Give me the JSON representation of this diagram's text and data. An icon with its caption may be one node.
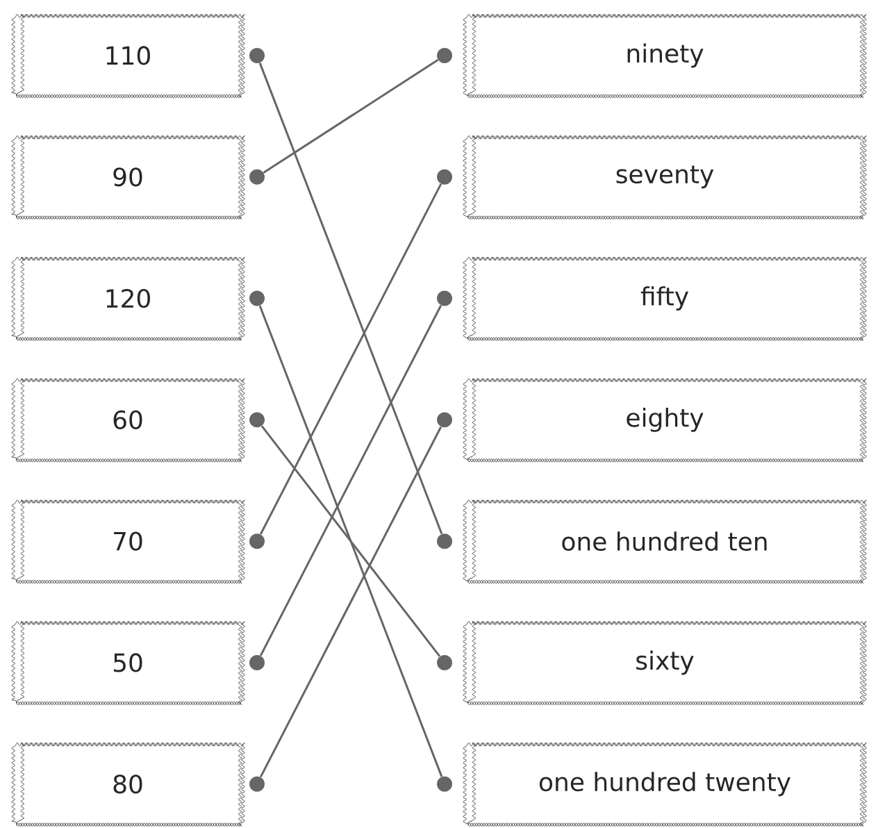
{
  "diagram": {
    "nodes": [
      {
        "text": [
          "110"
        ]
      },
      {
        "text": [],
        "shape": "circle"
      },
      {
        "text": [],
        "shape": "circle"
      },
      {
        "text": [
          "ninety"
        ]
      },
      {
        "text": [
          "90"
        ]
      },
      {
        "text": [],
        "shape": "circle"
      },
      {
        "text": [],
        "shape": "circle"
      },
      {
        "text": [
          "seventy"
        ]
      },
      {
        "text": [
          "120"
        ]
      },
      {
        "text": [],
        "shape": "circle"
      },
      {
        "text": [],
        "shape": "circle"
      },
      {
        "text": [
          "fifty"
        ]
      },
      {
        "text": [
          "60"
        ]
      },
      {
        "text": [],
        "shape": "circle"
      },
      {
        "text": [],
        "shape": "circle"
      },
      {
        "text": [
          "eighty"
        ]
      },
      {
        "text": [
          "70"
        ]
      },
      {
        "text": [],
        "shape": "circle"
      },
      {
        "text": [],
        "shape": "circle"
      },
      {
        "text": [
          "one hundred ten"
        ]
      },
      {
        "text": [
          "50"
        ]
      },
      {
        "text": [],
        "shape": "circle"
      },
      {
        "text": [],
        "shape": "circle"
      },
      {
        "text": [
          "sixty"
        ]
      },
      {
        "text": [
          "80"
        ]
      },
      {
        "text": [],
        "shape": "circle"
      },
      {
        "text": [],
        "shape": "circle"
      },
      {
        "text": [
          "one hundred twenty"
        ]
      }
    ],
    "edges": [
      {
        "from": 1,
        "to": 18,
        "arrow": "none"
      },
      {
        "from": 5,
        "to": 2,
        "arrow": "none"
      },
      {
        "from": 9,
        "to": 26,
        "arrow": "none"
      },
      {
        "from": 13,
        "to": 22,
        "arrow": "none"
      },
      {
        "from": 17,
        "to": 6,
        "arrow": "none"
      },
      {
        "from": 21,
        "to": 10,
        "arrow": "none"
      },
      {
        "from": 25,
        "to": 14,
        "arrow": "none"
      }
    ]
  }
}
